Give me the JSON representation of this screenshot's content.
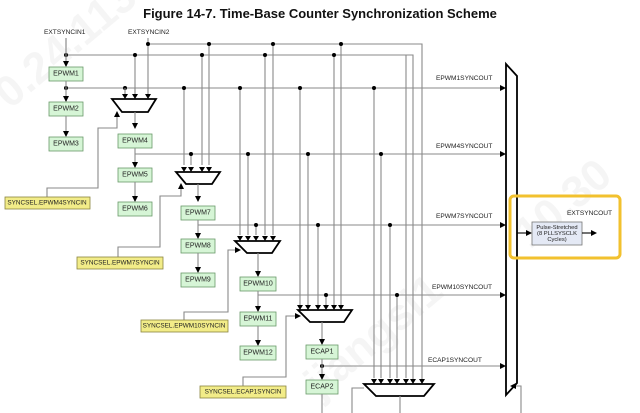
{
  "figure": {
    "title": "Figure 14-7. Time-Base Counter Synchronization Scheme"
  },
  "inputs": {
    "extsyncin1": "EXTSYNCIN1",
    "extsyncin2": "EXTSYNCIN2"
  },
  "modules": {
    "epwm1": "EPWM1",
    "epwm2": "EPWM2",
    "epwm3": "EPWM3",
    "epwm4": "EPWM4",
    "epwm5": "EPWM5",
    "epwm6": "EPWM6",
    "epwm7": "EPWM7",
    "epwm8": "EPWM8",
    "epwm9": "EPWM9",
    "epwm10": "EPWM10",
    "epwm11": "EPWM11",
    "epwm12": "EPWM12",
    "ecap1": "ECAP1",
    "ecap2": "ECAP2"
  },
  "selectors": {
    "epwm4": "SYNCSEL.EPWM4SYNCIN",
    "epwm7": "SYNCSEL.EPWM7SYNCIN",
    "epwm10": "SYNCSEL.EPWM10SYNCIN",
    "ecap1": "SYNCSEL.ECAP1SYNCIN"
  },
  "outputs": {
    "epwm1": "EPWM1SYNCOUT",
    "epwm4": "EPWM4SYNCOUT",
    "epwm7": "EPWM7SYNCOUT",
    "epwm10": "EPWM10SYNCOUT",
    "ecap1": "ECAP1SYNCOUT"
  },
  "stretcher": {
    "line1": "Pulse-Stretched",
    "line2": "(8 PLLSYSCLK",
    "line3": "Cycles)",
    "output_label": "EXTSYNCOUT",
    "highlight_color": "#f2c12e"
  },
  "watermarks": [
    "0.24.113",
    "jiangsi1",
    "10.30"
  ]
}
